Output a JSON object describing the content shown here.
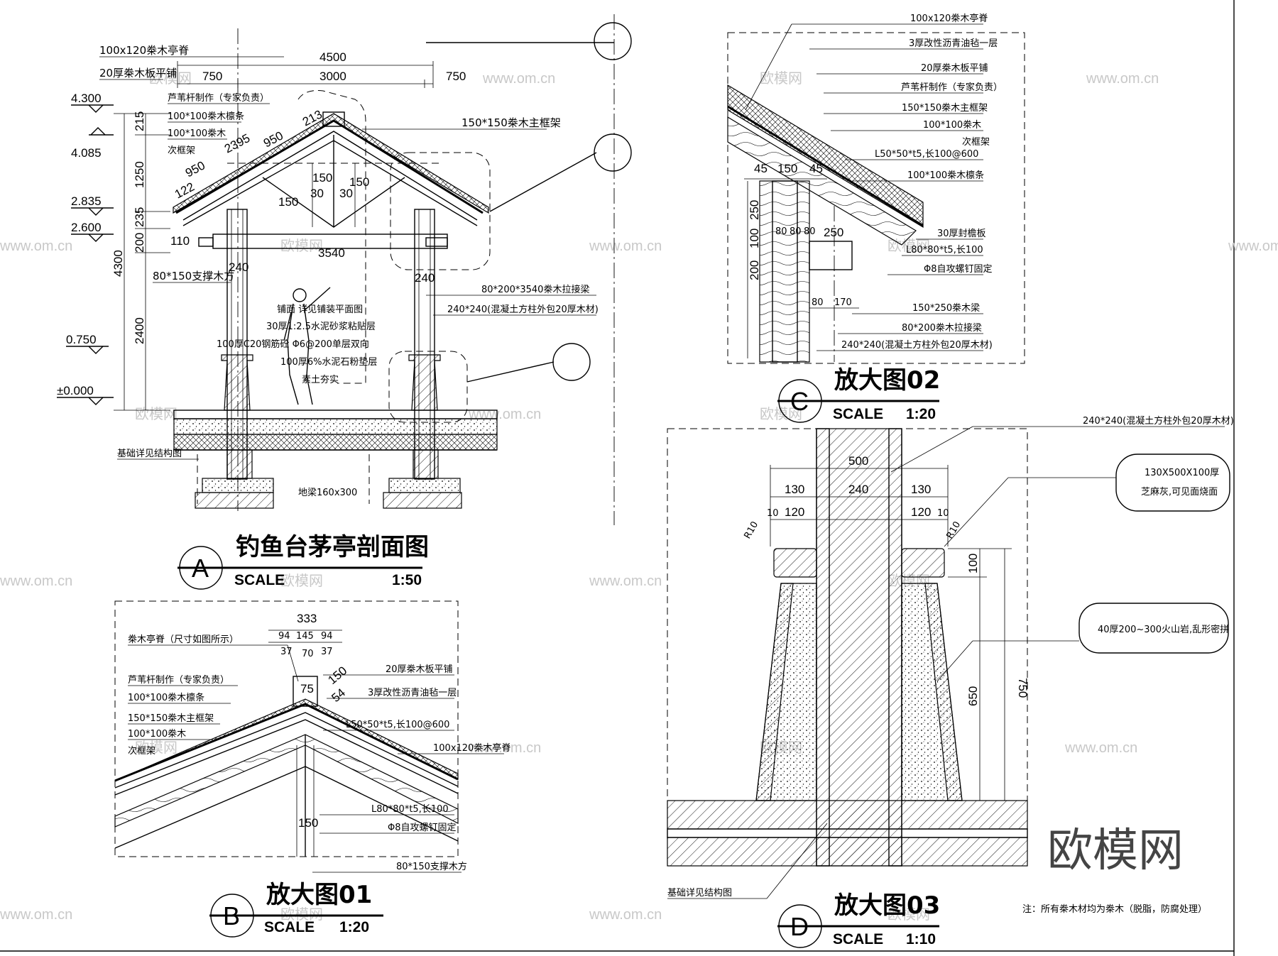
{
  "details": {
    "A": {
      "letter": "A",
      "title": "钓鱼台茅亭剖面图",
      "scale_label": "SCALE",
      "scale": "1:50",
      "labels": {
        "ridge": "100x120桊木亭脊",
        "deck": "20厚桊木板平铺",
        "reed": "芦苇杆制作（专家负责）",
        "purlin": "100*100桊木檩条",
        "timber": "100*100桊木",
        "subframe": "次框架",
        "main_frame": "150*150桊木主框架",
        "brace": "80*150支撑木方",
        "tie_beam": "80*200*3540桊木拉接梁",
        "column": "240*240(混凝土方柱外包20厚木材)",
        "paving": "铺面 详见铺装平面图",
        "mortar": "30厚1:2.5水泥砂浆粘贴层",
        "slab": "100厚C20钢筋砼 Φ6@200单层双向",
        "gravel": "100厚6%水泥石粉垫层",
        "soil": "素土夯实",
        "foundation": "基础详见结构图",
        "ground_beam": "地梁160x300"
      },
      "dims": [
        "4500",
        "3000",
        "750",
        "750",
        "2395",
        "950",
        "213",
        "950",
        "122",
        "150",
        "30",
        "30",
        "150",
        "150",
        "110",
        "3540",
        "240",
        "240",
        "215",
        "1250",
        "235",
        "200",
        "2400",
        "4300"
      ],
      "elevations": [
        "4.300",
        "4.085",
        "2.835",
        "2.600",
        "0.750",
        "±0.000"
      ]
    },
    "B": {
      "letter": "B",
      "title": "放大图01",
      "scale_label": "SCALE",
      "scale": "1:20",
      "labels": {
        "ridge": "桊木亭脊（尺寸如图所示）",
        "reed": "芦苇杆制作（专家负责）",
        "purlin": "100*100桊木檩条",
        "main_frame": "150*150桊木主框架",
        "timber": "100*100桊木",
        "subframe": "次框架",
        "deck": "20厚桊木板平铺",
        "felt": "3厚改性沥青油毡一层",
        "angle": "L50*50*t5,长100@600",
        "ridge2": "100x120桊木亭脊",
        "angle2": "L80*80*t5,长100",
        "screw": "Φ8自攻螺钉固定",
        "brace": "80*150支撑木方"
      },
      "dims": [
        "333",
        "94",
        "145",
        "94",
        "37",
        "70",
        "37",
        "75",
        "150",
        "54",
        "150"
      ]
    },
    "C": {
      "letter": "C",
      "title": "放大图02",
      "scale_label": "SCALE",
      "scale": "1:20",
      "labels": {
        "ridge": "100x120桊木亭脊",
        "felt": "3厚改性沥青油毡一层",
        "deck": "20厚桊木板平铺",
        "reed": "芦苇杆制作（专家负责）",
        "main_frame": "150*150桊木主框架",
        "timber": "100*100桊木",
        "subframe": "次框架",
        "angle": "L50*50*t5,长100@600",
        "purlin": "100*100桊木檩条",
        "fascia": "30厚封檐板",
        "angle2": "L80*80*t5,长100",
        "screw": "Φ8自攻螺钉固定",
        "beam": "150*250桊木梁",
        "tie_beam": "80*200桊木拉接梁",
        "column": "240*240(混凝土方柱外包20厚木材)"
      },
      "dims": [
        "45",
        "150",
        "45",
        "250",
        "100",
        "200",
        "80",
        "80",
        "80",
        "250",
        "80",
        "170"
      ]
    },
    "D": {
      "letter": "D",
      "title": "放大图03",
      "scale_label": "SCALE",
      "scale": "1:10",
      "labels": {
        "column": "240*240(混凝土方柱外包20厚木材)",
        "cap": "130X500X100厚",
        "cap_note": "芝麻灰,可见面烧面",
        "stone": "40厚200~300火山岩,乱形密拼",
        "foundation": "基础详见结构图",
        "radius_l": "R10",
        "radius_r": "R10"
      },
      "dims": [
        "500",
        "130",
        "240",
        "130",
        "10",
        "120",
        "120",
        "10",
        "100",
        "650",
        "750"
      ]
    }
  },
  "note": "注：所有桊木材均为桊木（脱脂，防腐处理）",
  "watermark": "欧模网",
  "watermark_url": "www.om.cn"
}
